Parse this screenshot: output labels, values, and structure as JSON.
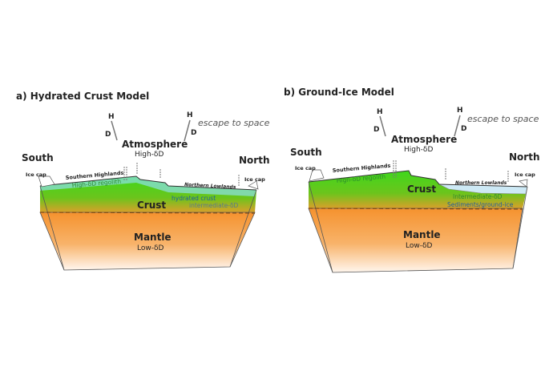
{
  "panel_a": {
    "title": "a) Hydrated Crust Model",
    "south": "South",
    "north": "North",
    "ice_cap_left": "Ice cap",
    "ice_cap_right": "Ice cap",
    "h1": "H",
    "d1": "D",
    "h2": "H",
    "d2": "D",
    "escape": "escape to space",
    "atmosphere": "Atmosphere",
    "atmosphere_sub": "High-δD",
    "southern_highlands": "Southern Highlands",
    "regolith": "High-δD regolith",
    "northern_lowlands": "Northern Lowlands",
    "hydrated_crust": "hydrated crust",
    "intermediate": "intermediate-δD",
    "crust": "Crust",
    "mantle": "Mantle",
    "mantle_sub": "Low-δD"
  },
  "panel_b": {
    "title": "b) Ground-Ice Model",
    "south": "South",
    "north": "North",
    "ice_cap_left": "Ice cap",
    "ice_cap_right": "Ice cap",
    "h1": "H",
    "d1": "D",
    "h2": "H",
    "d2": "D",
    "escape": "escape to space",
    "atmosphere": "Atmosphere",
    "atmosphere_sub": "High-δD",
    "southern_highlands": "Southern Highlands",
    "regolith": "High-δD regolith",
    "northern_lowlands": "Northern Lowlands",
    "intermediate": "Intermediate-δD",
    "sediments": "Sediments/ground-ice",
    "crust": "Crust",
    "mantle": "Mantle",
    "mantle_sub": "Low-δD"
  },
  "colors": {
    "crust_green": "#3fcf1f",
    "mantle_orange": "#f59a3a",
    "ice_blue": "#9fdcf0"
  }
}
